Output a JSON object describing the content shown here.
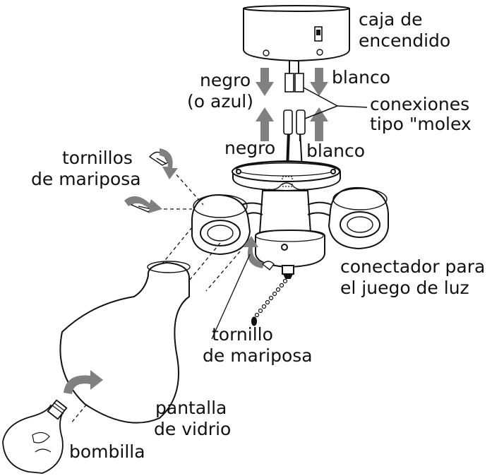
{
  "labels": {
    "switch_box": [
      "caja de",
      "encendido"
    ],
    "black_wire": [
      "negro",
      "(o azul)"
    ],
    "white_wire": "blanco",
    "molex": [
      "conexiones",
      "tipo \"molex"
    ],
    "black_lower": "negro",
    "white_lower": "blanco",
    "wing_screws": [
      "tornillos",
      "de mariposa"
    ],
    "light_kit_connector": [
      "conectador para",
      "el juego de luz"
    ],
    "wing_screw": [
      "tornillo",
      "de mariposa"
    ],
    "glass_shade": [
      "pantalla",
      "de vidrio"
    ],
    "bulb": "bombilla"
  },
  "colors": {
    "line": "#111111",
    "arrow": "#808080",
    "background": "#ffffff"
  },
  "icons": [
    "down-arrow-icon",
    "up-arrow-icon",
    "curved-arrow-icon",
    "wing-screw-icon"
  ]
}
